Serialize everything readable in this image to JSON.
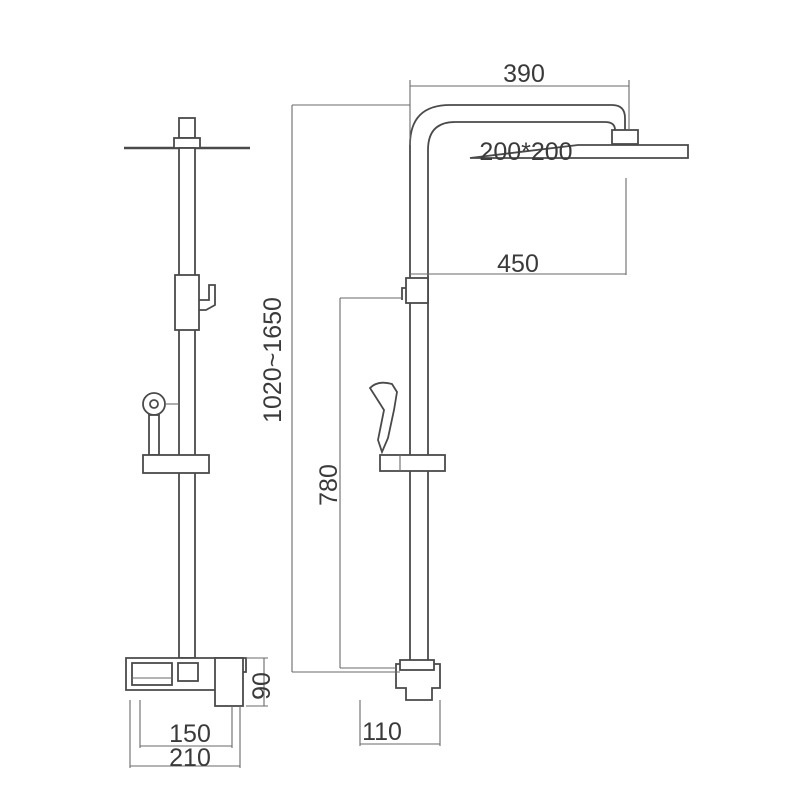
{
  "dimensions": {
    "arm_reach": "390",
    "head_size": "200*200",
    "head_to_slider": "450",
    "total_height": "1020~1650",
    "slider_height": "780",
    "valve_depth": "110",
    "front_width_inner": "150",
    "front_width_outer": "210",
    "mixer_height": "90"
  },
  "colors": {
    "line": "#4a4a4a",
    "text": "#3a3a3a",
    "background": "#ffffff"
  }
}
